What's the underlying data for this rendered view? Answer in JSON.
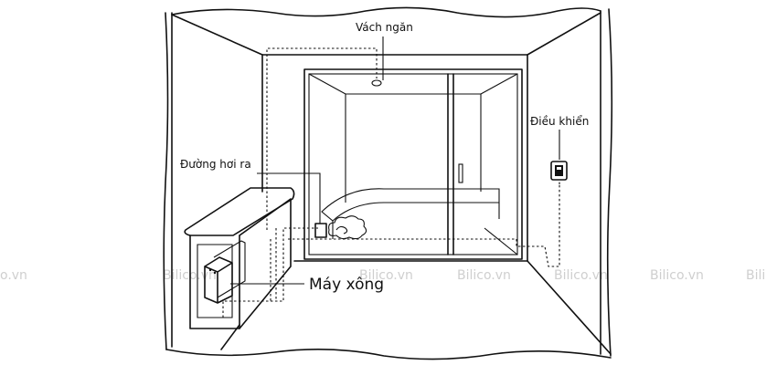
{
  "labels": {
    "partition": "Vách ngăn",
    "controller": "Điều khiển",
    "steam_outlet": "Đường hơi ra",
    "steam_generator": "Máy xông"
  },
  "watermark": {
    "text_full": "Bilico.vn",
    "text_left_fragment": "o.vn",
    "text_right_fragment": "Bili"
  },
  "colors": {
    "line": "#111111",
    "background": "#ffffff",
    "watermark": "#cfcfcf"
  }
}
